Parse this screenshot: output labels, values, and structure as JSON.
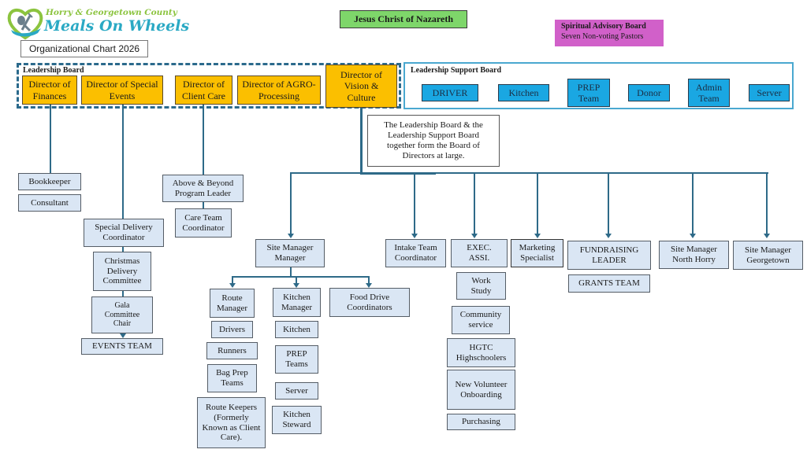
{
  "logo": {
    "icon": "heart-spoon-fork-icon",
    "line1": "Horry & Georgetown County",
    "line2": "Meals On Wheels"
  },
  "chart_title": "Organizational Chart 2026",
  "top": {
    "head": "Jesus Christ of Nazareth",
    "advisory_title": "Spiritual Advisory Board",
    "advisory_sub": "Seven Non-voting Pastors"
  },
  "leadership_board": {
    "label": "Leadership Board",
    "directors": [
      "Director of Finances",
      "Director of Special Events",
      "Director of Client Care",
      "Director of AGRO-Processing",
      "Director of Vision & Culture"
    ]
  },
  "leadership_support_board": {
    "label": "Leadership Support Board",
    "members": [
      "DRIVER",
      "Kitchen",
      "PREP Team",
      "Donor",
      "Admin Team",
      "Server"
    ]
  },
  "note": "The Leadership Board & the Leadership Support Board together form the Board of Directors at large.",
  "finances": [
    "Bookkeeper",
    "Consultant"
  ],
  "special_events": [
    "Special Delivery Coordinator",
    "Christmas Delivery Committee",
    "Gala Committee Chair",
    "EVENTS TEAM"
  ],
  "client_care": [
    "Above & Beyond Program Leader",
    "Care Team Coordinator"
  ],
  "vision": {
    "site_manager_manager": "Site Manager Manager",
    "route_manager": "Route Manager",
    "route_team": [
      "Drivers",
      "Runners",
      "Bag Prep Teams",
      "Route Keepers (Formerly Known as Client Care)."
    ],
    "kitchen_manager": "Kitchen Manager",
    "kitchen_team": [
      "Kitchen",
      "PREP Teams",
      "Server",
      "Kitchen Steward"
    ],
    "food_drive": "Food Drive Coordinators",
    "intake": "Intake Team Coordinator",
    "exec": "EXEC. ASSI.",
    "exec_team": [
      "Work Study",
      "Community service",
      "HGTC Highschoolers",
      "New Volunteer Onboarding",
      "Purchasing"
    ],
    "marketing": "Marketing Specialist",
    "fundraising": "FUNDRAISING LEADER",
    "grants": "GRANTS TEAM",
    "site_north_horry": "Site Manager North Horry",
    "site_georgetown": "Site Manager Georgetown"
  },
  "colors": {
    "director": "#fbbf00",
    "support": "#1aa7e2",
    "head": "#7ed66a",
    "advisory": "#d160c9",
    "role": "#dae6f4",
    "connector": "#2e6a88"
  }
}
